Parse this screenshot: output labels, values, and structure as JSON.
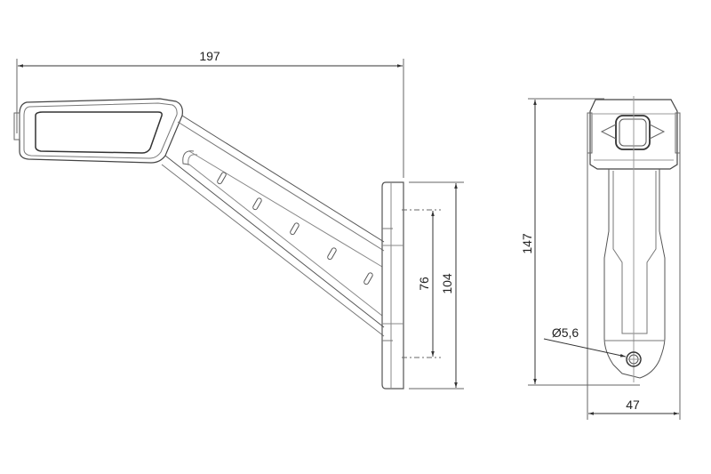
{
  "drawing": {
    "title": "Marker lamp arm technical drawing",
    "line_color": "#555555",
    "dimensions": {
      "overall_width": "197",
      "hole_spacing": "76",
      "base_height": "104",
      "overall_height": "147",
      "hole_diameter": "Ø5,6",
      "front_width": "47"
    },
    "views": [
      "side-view",
      "front-view"
    ]
  }
}
